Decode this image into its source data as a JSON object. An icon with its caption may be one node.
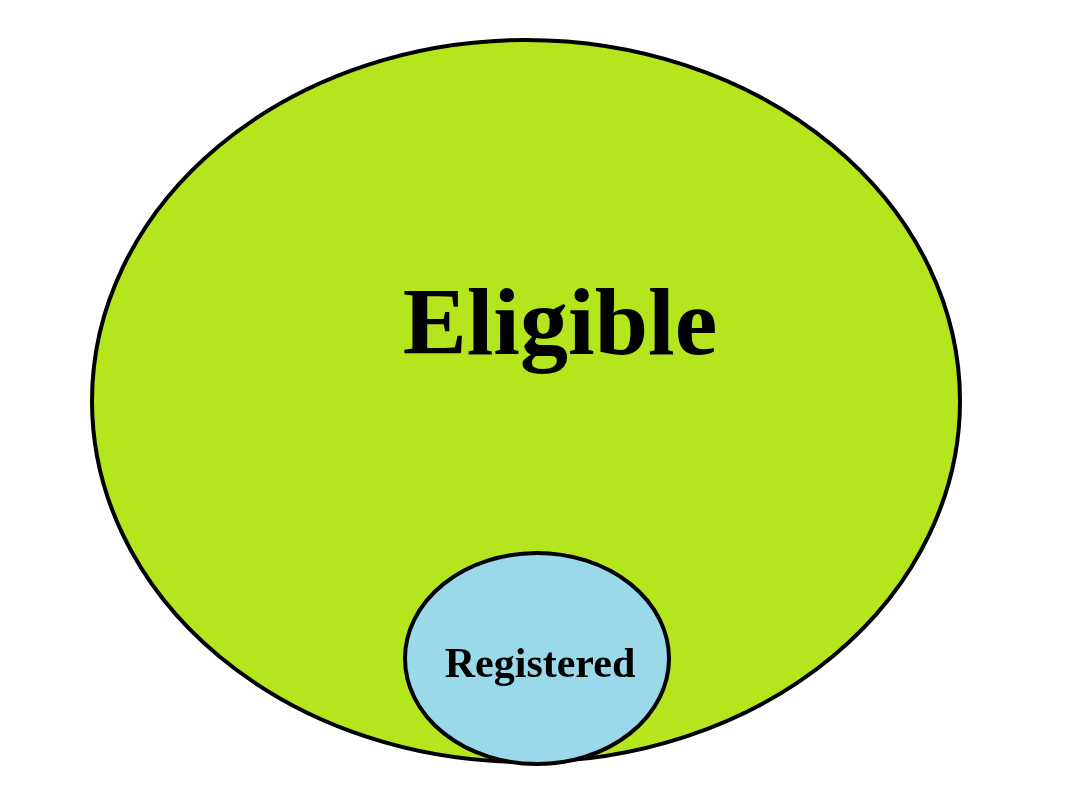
{
  "diagram": {
    "nodes": [
      {
        "text": [
          "Eligible"
        ]
      },
      {
        "text": [
          "Registered"
        ],
        "in": 0
      }
    ]
  }
}
